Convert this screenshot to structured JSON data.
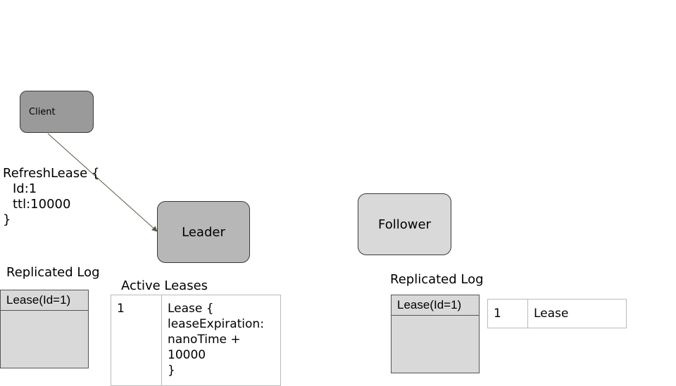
{
  "client": {
    "label": "Client"
  },
  "leader": {
    "label": "Leader"
  },
  "follower": {
    "label": "Follower"
  },
  "message": {
    "line1": "RefreshLease {",
    "line2": "Id:1",
    "line3": "ttl:10000",
    "line4": "}"
  },
  "leader_log": {
    "title": "Replicated Log",
    "entry": "Lease(Id=1)"
  },
  "active_leases": {
    "title": "Active Leases",
    "id": "1",
    "value": "Lease {\nleaseExpiration:\nnanoTime +\n10000\n}"
  },
  "follower_log": {
    "title": "Replicated Log",
    "entry": "Lease(Id=1)"
  },
  "follower_leases": {
    "id": "1",
    "value": "Lease"
  },
  "colors": {
    "client": "#9a9a9a",
    "leader": "#b7b7b7",
    "follower": "#d9d9d9",
    "arrow": "#5a5a45"
  }
}
